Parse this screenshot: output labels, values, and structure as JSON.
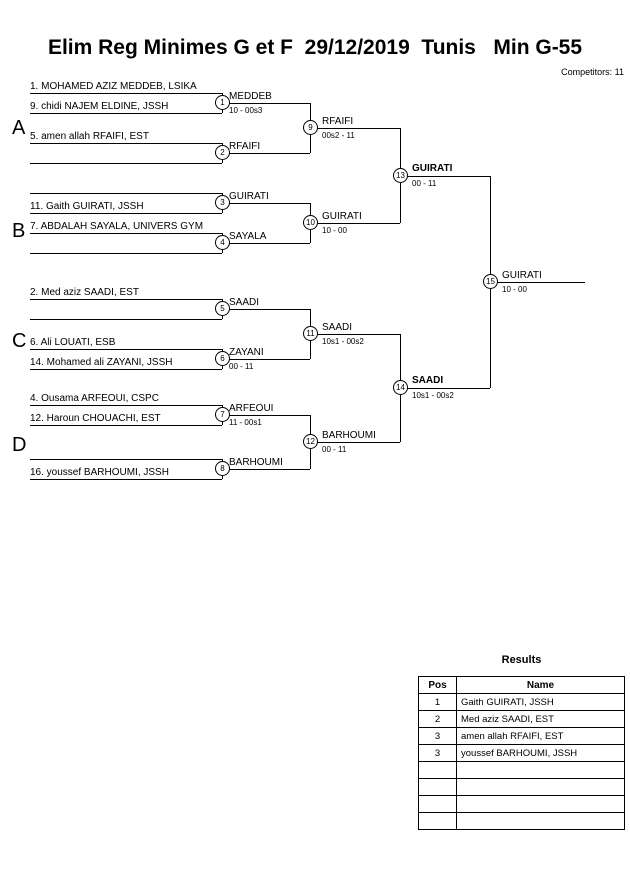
{
  "header": {
    "title": "Elim Reg Minimes G et F  29/12/2019  Tunis   Min G-55",
    "competitors": "Competitors: 11"
  },
  "groups": [
    "A",
    "B",
    "C",
    "D"
  ],
  "players": [
    "1. MOHAMED AZIZ MEDDEB, LSIKA",
    "9. chidi NAJEM ELDINE, JSSH",
    "5. amen allah RFAIFI, EST",
    "11. Gaith GUIRATI, JSSH",
    "7. ABDALAH SAYALA, UNIVERS GYM",
    "2. Med aziz SAADI, EST",
    "6. Ali LOUATI, ESB",
    "14. Mohamed ali ZAYANI, JSSH",
    "4. Ousama ARFEOUI, CSPC",
    "12. Haroun CHOUACHI, EST",
    "16. youssef BARHOUMI, JSSH"
  ],
  "matches": [
    {
      "no": "1",
      "winner": "MEDDEB",
      "score": "10 - 00s3"
    },
    {
      "no": "2",
      "winner": "RFAIFI",
      "score": ""
    },
    {
      "no": "3",
      "winner": "GUIRATI",
      "score": ""
    },
    {
      "no": "4",
      "winner": "SAYALA",
      "score": ""
    },
    {
      "no": "5",
      "winner": "SAADI",
      "score": ""
    },
    {
      "no": "6",
      "winner": "ZAYANI",
      "score": "00 - 11"
    },
    {
      "no": "7",
      "winner": "ARFEOUI",
      "score": "11 - 00s1"
    },
    {
      "no": "8",
      "winner": "BARHOUMI",
      "score": ""
    },
    {
      "no": "9",
      "winner": "RFAIFI",
      "score": "00s2 - 11"
    },
    {
      "no": "10",
      "winner": "GUIRATI",
      "score": "10 - 00"
    },
    {
      "no": "11",
      "winner": "SAADI",
      "score": "10s1 - 00s2"
    },
    {
      "no": "12",
      "winner": "BARHOUMI",
      "score": "00 - 11"
    },
    {
      "no": "13",
      "winner": "GUIRATI",
      "score": "00 - 11"
    },
    {
      "no": "14",
      "winner": "SAADI",
      "score": "10s1 - 00s2"
    },
    {
      "no": "15",
      "winner": "GUIRATI",
      "score": "10 - 00"
    }
  ],
  "results": {
    "title": "Results",
    "columns": [
      "Pos",
      "Name"
    ],
    "rows": [
      {
        "pos": "1",
        "name": "Gaith GUIRATI, JSSH"
      },
      {
        "pos": "2",
        "name": "Med aziz SAADI, EST"
      },
      {
        "pos": "3",
        "name": "amen allah RFAIFI, EST"
      },
      {
        "pos": "3",
        "name": "youssef BARHOUMI, JSSH"
      },
      {
        "pos": "",
        "name": ""
      },
      {
        "pos": "",
        "name": ""
      },
      {
        "pos": "",
        "name": ""
      },
      {
        "pos": "",
        "name": ""
      }
    ]
  }
}
